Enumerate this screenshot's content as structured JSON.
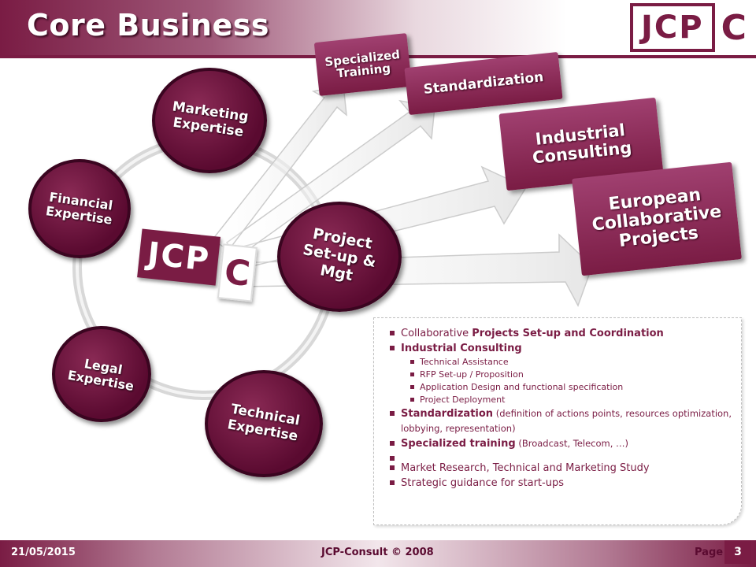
{
  "header": {
    "title": "Core Business"
  },
  "logo": {
    "main": "JCP",
    "c": "C"
  },
  "diagram": {
    "center_logo": {
      "main": "JCP",
      "c": "C"
    },
    "circles": [
      {
        "name": "marketing",
        "label": "Marketing\nExpertise"
      },
      {
        "name": "financial",
        "label": "Financial\nExpertise"
      },
      {
        "name": "project",
        "label": "Project\nSet-up &\nMgt"
      },
      {
        "name": "legal",
        "label": "Legal\nExpertise"
      },
      {
        "name": "technical",
        "label": "Technical\nExpertise"
      }
    ],
    "tags": [
      {
        "name": "specialized-training",
        "label": "Specialized\nTraining"
      },
      {
        "name": "standardization",
        "label": "Standardization"
      },
      {
        "name": "industrial-consulting",
        "label": "Industrial\nConsulting"
      },
      {
        "name": "european-projects",
        "label": "European\nCollaborative\nProjects"
      }
    ]
  },
  "bullets": {
    "item1_pre": "Collaborative ",
    "item1_bold": "Projects Set-up and Coordination",
    "item2": "Industrial Consulting",
    "sub1": "Technical Assistance",
    "sub2": "RFP Set-up  / Proposition",
    "sub3": "Application Design and functional specification",
    "sub4": "Project Deployment",
    "item3_bold": "Standardization",
    "item3_rest": " (definition of actions points, resources optimization, lobbying, representation)",
    "item4_bold": "Specialized training",
    "item4_rest": " (Broadcast, Telecom, …)",
    "item5": "Market Research, Technical and Marketing Study",
    "item6": "Strategic guidance for start-ups"
  },
  "footer": {
    "date": "21/05/2015",
    "copyright": "JCP-Consult © 2008",
    "page_label": "Page",
    "page_number": "3"
  },
  "colors": {
    "brand": "#7a1c44",
    "brand_dark": "#5a0a30"
  }
}
